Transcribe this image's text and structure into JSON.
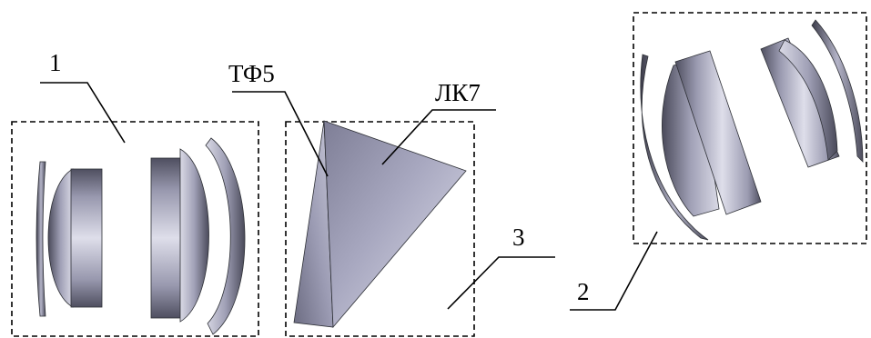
{
  "diagram": {
    "labels": {
      "group_1": "1",
      "group_2": "2",
      "group_3": "3",
      "glass_tf5": "ТФ5",
      "glass_lk7": "ЛК7"
    },
    "colors": {
      "frame": "#000000",
      "leader": "#000000",
      "lens_light": "#e4e4ee",
      "lens_mid": "#a6a6bc",
      "lens_dark": "#5a5a6c",
      "lens_edge": "#2e3036"
    }
  }
}
